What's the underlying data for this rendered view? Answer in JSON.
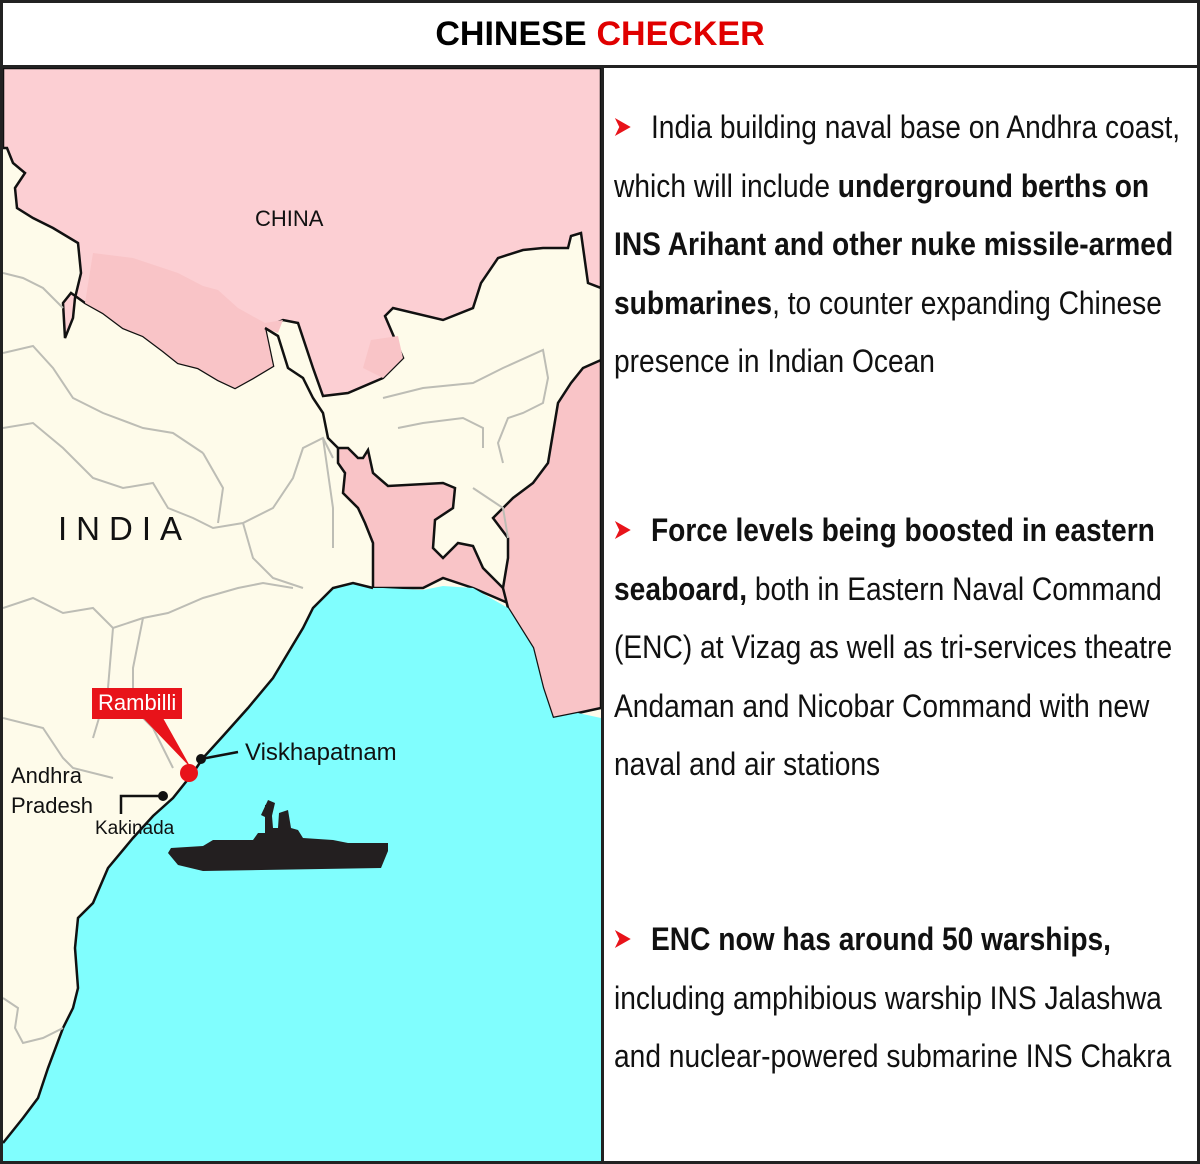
{
  "title": {
    "part1": "CHINESE",
    "part2": "CHECKER",
    "accent_color": "#e00000"
  },
  "map": {
    "labels": {
      "china": "CHINA",
      "india": "INDIA",
      "state_line1": "Andhra",
      "state_line2": "Pradesh",
      "kakinada": "Kakinada",
      "visakhapatnam": "Viskhapatnam",
      "rambilli": "Rambilli"
    },
    "colors": {
      "china": "#fccfd3",
      "neighbors": "#f9c4c7",
      "india_land": "#fefbea",
      "sea": "#80fefe",
      "marker": "#e8131a",
      "ship": "#231f20"
    },
    "icons": {
      "marker": "red-location-dot",
      "ship": "warship-silhouette"
    }
  },
  "bullets": [
    {
      "icon": "red-arrowhead",
      "segments": [
        {
          "text": "India building naval base on Andhra coast, which will include ",
          "bold": false
        },
        {
          "text": "underground berths on INS Arihant and other nuke missile-armed submarines",
          "bold": true
        },
        {
          "text": ", to counter expanding Chinese presence in Indian Ocean",
          "bold": false
        }
      ]
    },
    {
      "icon": "red-arrowhead",
      "segments": [
        {
          "text": "Force levels being boosted in eastern seaboard,",
          "bold": true
        },
        {
          "text": " both in Eastern Naval Command (ENC) at Vizag as well as tri-services theatre Andaman and Nicobar Command with new naval and air stations",
          "bold": false
        }
      ]
    },
    {
      "icon": "red-arrowhead",
      "segments": [
        {
          "text": "ENC now has around 50 warships,",
          "bold": true
        },
        {
          "text": " including amphibious warship INS Jalashwa and nuclear-powered submarine INS Chakra",
          "bold": false
        }
      ]
    }
  ]
}
